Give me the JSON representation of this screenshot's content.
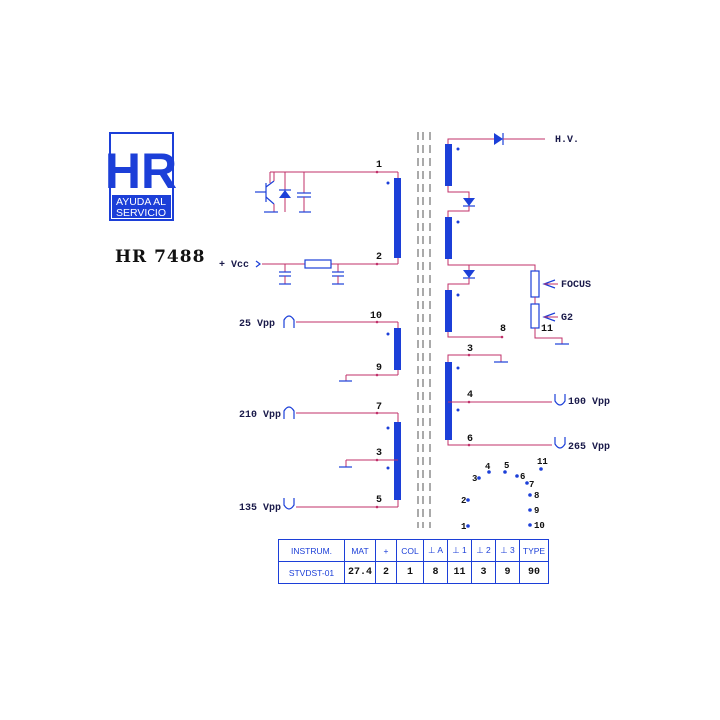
{
  "logo": {
    "letters": "HR",
    "line1": "AYUDA AL",
    "line2": "SERVICIO"
  },
  "model": "HR 7488",
  "labels": {
    "hv": "H.V.",
    "vcc": "+ Vcc",
    "focus": "FOCUS",
    "g2": "G2",
    "p25": "25 Vpp",
    "p210": "210 Vpp",
    "p135": "135 Vpp",
    "p100": "100 Vpp",
    "p265": "265 Vpp"
  },
  "pins": {
    "p1": "1",
    "p2": "2",
    "p10": "10",
    "p9": "9",
    "p7": "7",
    "p3a": "3",
    "p5": "5",
    "p8": "8",
    "p11": "11",
    "p3b": "3",
    "p4": "4",
    "p6": "6"
  },
  "base_pins": {
    "b1": "1",
    "b2": "2",
    "b3": "3",
    "b4": "4",
    "b5": "5",
    "b6": "6",
    "b7": "7",
    "b8": "8",
    "b9": "9",
    "b10": "10",
    "b11": "11"
  },
  "table": {
    "headers": [
      "INSTRUM.",
      "MAT",
      "+",
      "COL",
      "⊥ A",
      "⊥ 1",
      "⊥ 2",
      "⊥ 3",
      "TYPE"
    ],
    "values": [
      "STVDST-01",
      "27.4",
      "2",
      "1",
      "8",
      "11",
      "3",
      "9",
      "90"
    ]
  },
  "colors": {
    "accent": "#1c3fd8",
    "wire": "#c0306a"
  }
}
